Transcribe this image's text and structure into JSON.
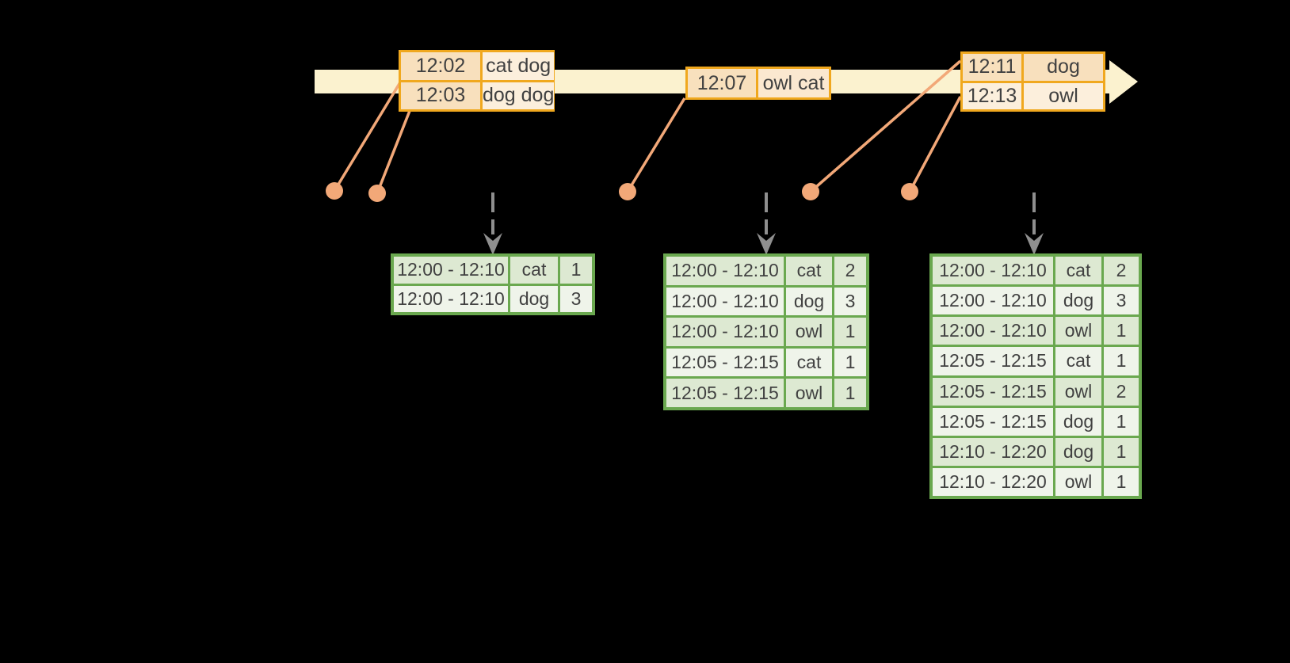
{
  "colors": {
    "background": "#000000",
    "timeline_yellow": "#fbf2cf",
    "event_border": "#f0a81e",
    "event_peach": "#f8e0bd",
    "event_mid": "#fbe8d0",
    "event_cream": "#fcefdc",
    "connector_salmon": "#f2a878",
    "result_border": "#6aa84f",
    "row_dark": "#dde9d2",
    "row_light": "#eff4ea",
    "arrow_gray": "#8f8f8f",
    "text": "#414141"
  },
  "event_tables": [
    {
      "rows": [
        {
          "time": "12:02",
          "words": "cat dog"
        },
        {
          "time": "12:03",
          "words": "dog dog"
        }
      ]
    },
    {
      "rows": [
        {
          "time": "12:07",
          "words": "owl cat"
        }
      ]
    },
    {
      "rows": [
        {
          "time": "12:11",
          "words": "dog"
        },
        {
          "time": "12:13",
          "words": "owl"
        }
      ]
    }
  ],
  "result_tables": [
    {
      "rows": [
        [
          "12:00 - 12:10",
          "cat",
          "1"
        ],
        [
          "12:00 - 12:10",
          "dog",
          "3"
        ]
      ]
    },
    {
      "rows": [
        [
          "12:00 - 12:10",
          "cat",
          "2"
        ],
        [
          "12:00 - 12:10",
          "dog",
          "3"
        ],
        [
          "12:00 - 12:10",
          "owl",
          "1"
        ],
        [
          "12:05 - 12:15",
          "cat",
          "1"
        ],
        [
          "12:05 - 12:15",
          "owl",
          "1"
        ]
      ]
    },
    {
      "rows": [
        [
          "12:00 - 12:10",
          "cat",
          "2"
        ],
        [
          "12:00 - 12:10",
          "dog",
          "3"
        ],
        [
          "12:00 - 12:10",
          "owl",
          "1"
        ],
        [
          "12:05 - 12:15",
          "cat",
          "1"
        ],
        [
          "12:05 - 12:15",
          "owl",
          "2"
        ],
        [
          "12:05 - 12:15",
          "dog",
          "1"
        ],
        [
          "12:10 - 12:20",
          "dog",
          "1"
        ],
        [
          "12:10 - 12:20",
          "owl",
          "1"
        ]
      ]
    }
  ]
}
